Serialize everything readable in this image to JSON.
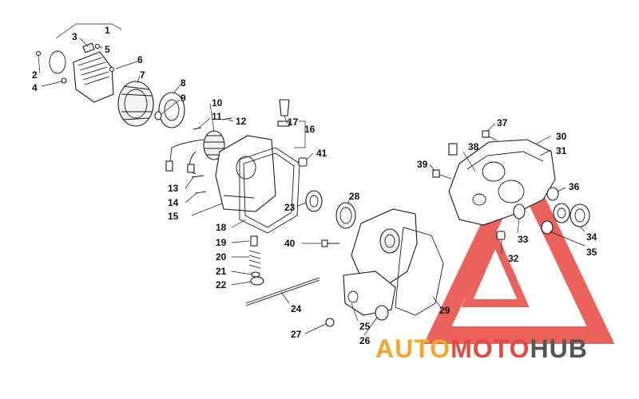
{
  "diagram": {
    "callouts": [
      "1",
      "2",
      "3",
      "4",
      "5",
      "6",
      "7",
      "8",
      "9",
      "10",
      "11",
      "12",
      "13",
      "14",
      "15",
      "16",
      "17",
      "18",
      "19",
      "20",
      "21",
      "22",
      "23",
      "24",
      "25",
      "26",
      "27",
      "28",
      "29",
      "30",
      "31",
      "32",
      "33",
      "34",
      "35",
      "36",
      "37",
      "38",
      "39",
      "40",
      "41"
    ]
  },
  "watermark": {
    "part1": "AUTO",
    "part2": "MOTO",
    "part3": "HUB",
    "colors": {
      "triangle": "#e8473f",
      "auto": "#f4a62a",
      "moto": "#e8473f",
      "hub": "#555555"
    }
  }
}
